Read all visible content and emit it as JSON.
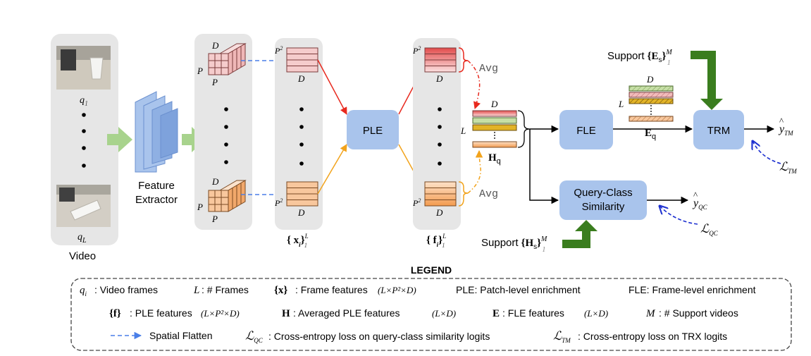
{
  "colors": {
    "panel": "#e6e6e6",
    "block": "#a9c4ec",
    "green_arrow": "#a8d38d",
    "dark_green": "#3a7d1e",
    "red": "#e8291e",
    "orange": "#f2a31c",
    "blue_dash": "#4a7fe8",
    "pink_slab": "#f3c9c9",
    "orange_slab": "#f8c79d"
  },
  "diagram": {
    "video_caption": "Video",
    "frame_first": "q",
    "frame_first_sub": "1",
    "frame_last": "q",
    "frame_last_sub": "L",
    "feature_extractor_line1": "Feature",
    "feature_extractor_line2": "Extractor",
    "dim_D": "D",
    "dim_P": "P",
    "dim_P2": "P",
    "dim_sup2": "2",
    "dim_L": "L",
    "x_set_label": "{ x",
    "x_set_sub": "i",
    "x_set_close": "}",
    "x_set_sup": "L",
    "x_set_lower": "1",
    "f_set_label": "{ f",
    "f_set_sub": "i",
    "f_set_close": "}",
    "f_set_sup": "L",
    "f_set_lower": "1",
    "ple_label": "PLE",
    "fle_label": "FLE",
    "trm_label": "TRM",
    "qc_line1": "Query-Class",
    "qc_line2": "Similarity",
    "avg_top": "Avg",
    "avg_bottom": "Avg",
    "H_q_main": "H",
    "H_q_sub": "q",
    "E_q_main": "E",
    "E_q_sub": "q",
    "support_E_text": "Support",
    "support_E_set": "{E",
    "support_E_sub": "s",
    "support_E_close": "}",
    "support_E_sup": "M",
    "support_E_lower": "1",
    "support_H_text": "Support",
    "support_H_set": "{H",
    "support_H_sub": "s",
    "support_H_close": "}",
    "support_H_sup": "M",
    "support_H_lower": "1",
    "y_tm": "y",
    "y_tm_sub": "TM",
    "y_qc": "y",
    "y_qc_sub": "QC",
    "loss_tm": "ℒ",
    "loss_tm_sub": "TM",
    "loss_qc": "ℒ",
    "loss_qc_sub": "QC"
  },
  "legend": {
    "title": "LEGEND",
    "row1": {
      "q_sym": "q",
      "q_sub": "i",
      "q_desc": ": Video frames",
      "L_sym": "L",
      "L_desc": ": # Frames",
      "x_sym": "{x}",
      "x_desc": ": Frame features",
      "x_dims": "(L×P²×D)",
      "ple_desc": "PLE: Patch-level enrichment",
      "fle_desc": "FLE: Frame-level enrichment"
    },
    "row2": {
      "f_sym": "{f}",
      "f_desc": ": PLE features",
      "f_dims": "(L×P²×D)",
      "H_sym": "H",
      "H_desc": ": Averaged PLE features",
      "H_dims": "(L×D)",
      "E_sym": "E",
      "E_desc": ": FLE features",
      "E_dims": "(L×D)",
      "M_sym": "M",
      "M_desc": ": # Support videos"
    },
    "row3": {
      "flatten_desc": "Spatial Flatten",
      "lqc_sym": "ℒ",
      "lqc_sub": "QC",
      "lqc_desc": ": Cross-entropy loss on query-class similarity logits",
      "ltm_sym": "ℒ",
      "ltm_sub": "TM",
      "ltm_desc": ": Cross-entropy loss on TRX logits"
    }
  }
}
